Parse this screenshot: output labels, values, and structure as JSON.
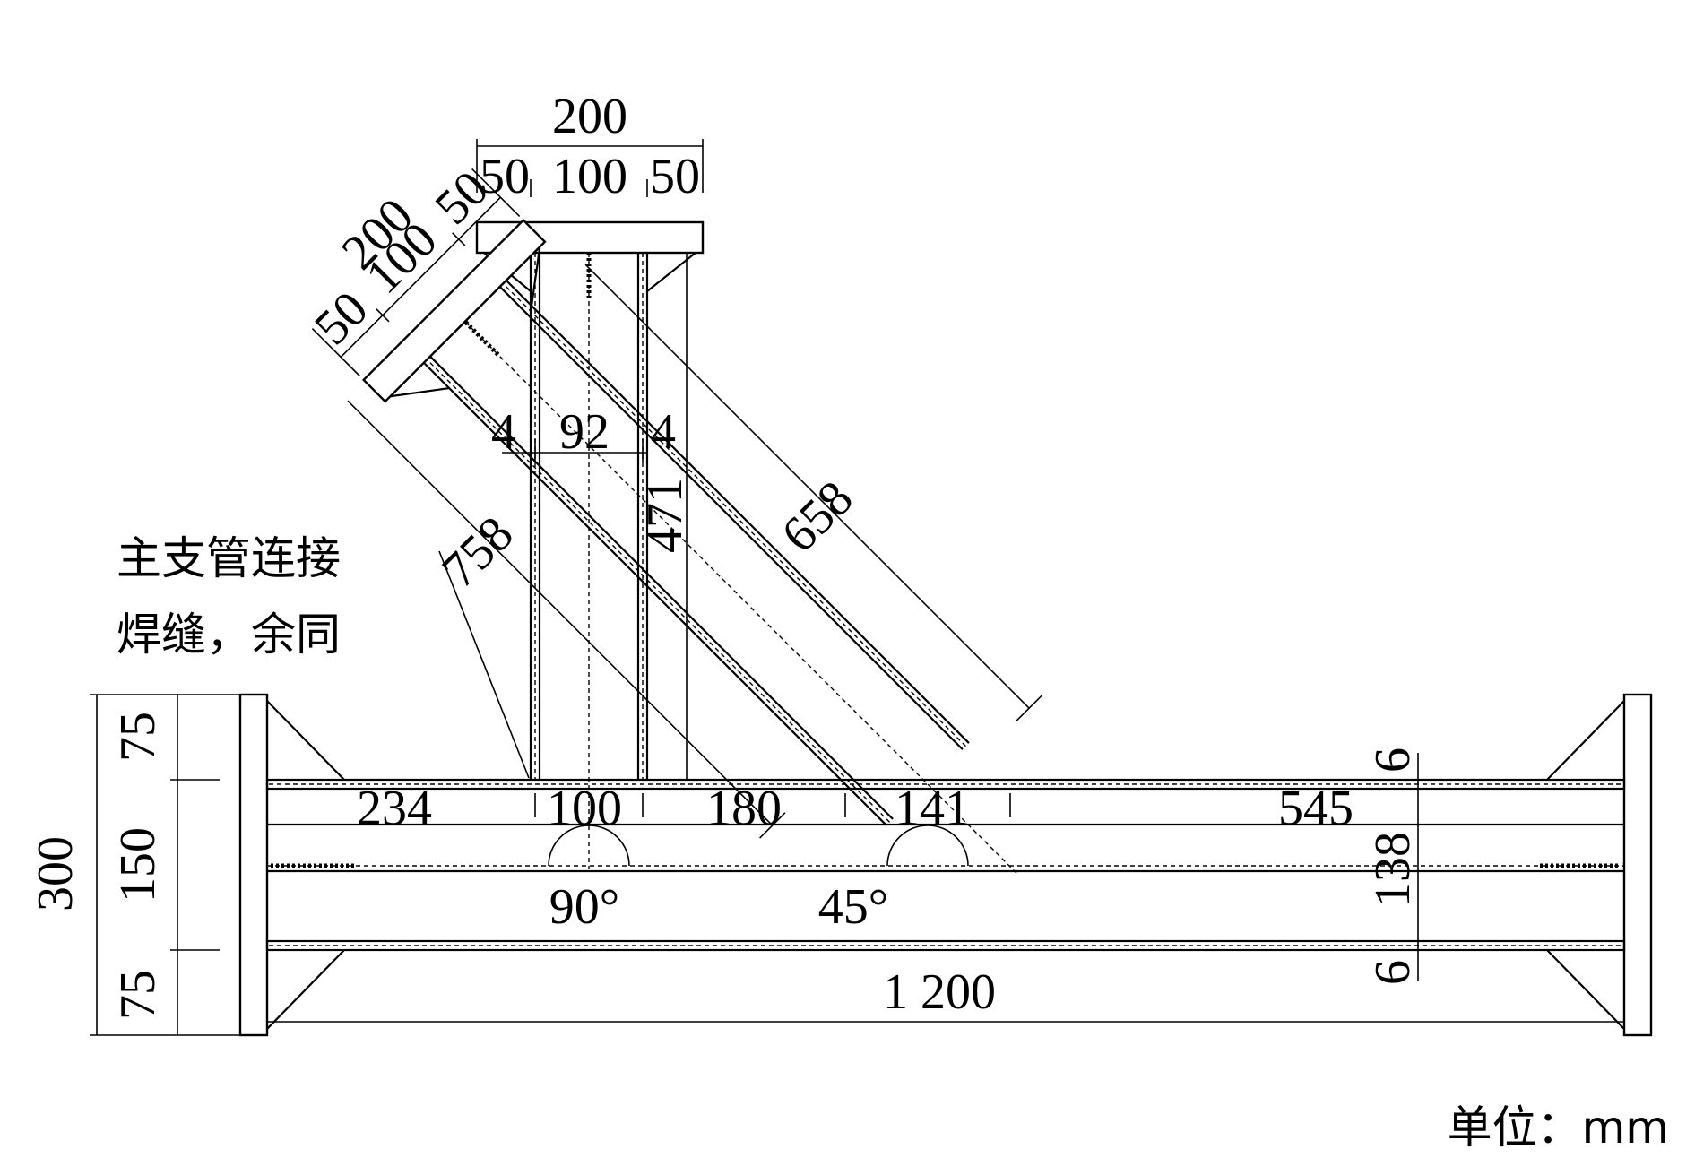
{
  "vertical_branch": {
    "flange_total": "200",
    "flange_left": "50",
    "flange_mid": "100",
    "flange_right": "50",
    "wall_left": "4",
    "inner": "92",
    "wall_right": "4",
    "length": "471"
  },
  "inclined_branch": {
    "flange_total": "200",
    "flange_left": "50",
    "flange_mid": "100",
    "flange_right": "50",
    "outer_length": "758",
    "inner_length": "658"
  },
  "weld_note": {
    "line1": "主支管连接",
    "line2": "焊缝，余同"
  },
  "main_chord": {
    "height_total": "300",
    "top_segment": "75",
    "mid_segment": "150",
    "bottom_segment": "75",
    "length": "1 200",
    "seg_234": "234",
    "seg_100": "100",
    "seg_180": "180",
    "seg_141": "141",
    "seg_545": "545",
    "wall_top": "6",
    "inner_height": "138",
    "wall_bottom": "6"
  },
  "angles": {
    "vertical": "90°",
    "inclined": "45°"
  },
  "unit_label": "单位：mm"
}
